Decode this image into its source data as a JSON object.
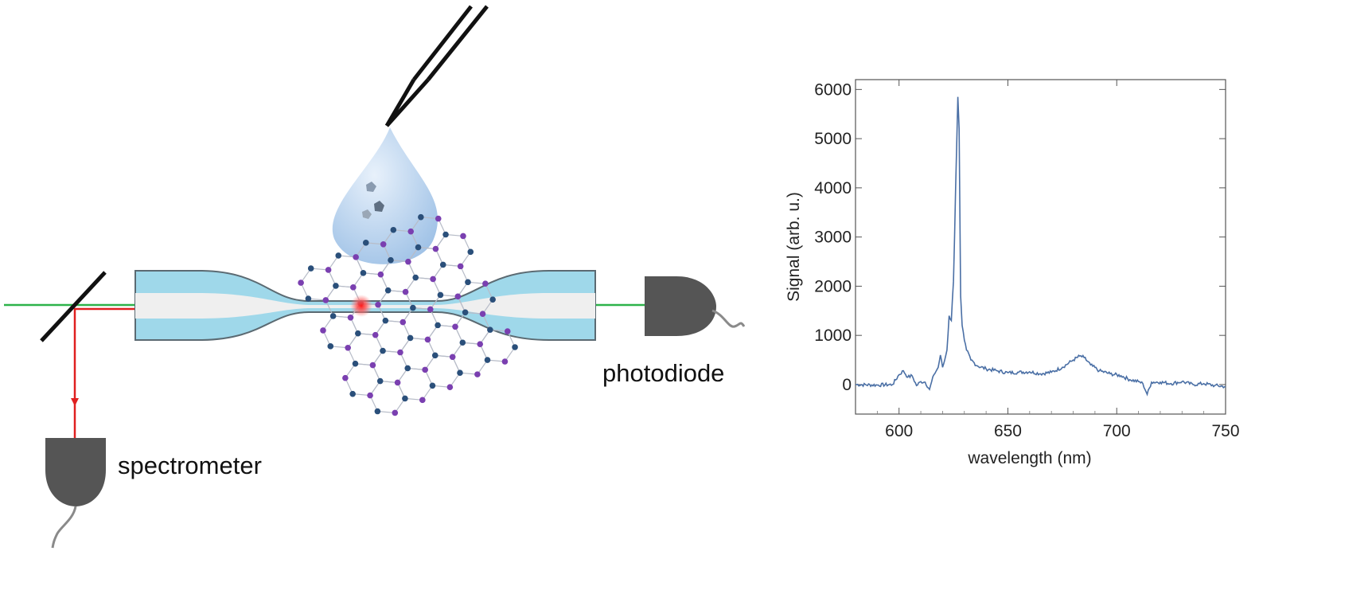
{
  "diagram": {
    "labels": {
      "spectrometer": "spectrometer",
      "photodiode": "photodiode"
    },
    "colors": {
      "pump_beam": "#2db34a",
      "signal_beam": "#e02020",
      "fiber_cladding": "#9fd8ea",
      "fiber_core": "#efefef",
      "detector": "#555555",
      "lattice_atom_a": "#7a3fb0",
      "lattice_atom_b": "#2a4f7a",
      "droplet": "#bcd5ee"
    }
  },
  "chart_data": {
    "type": "line",
    "title": "",
    "xlabel": "wavelength (nm)",
    "ylabel": "Signal (arb. u.)",
    "xlim": [
      580,
      750
    ],
    "ylim": [
      -600,
      6200
    ],
    "xticks": [
      "600",
      "650",
      "700",
      "750"
    ],
    "yticks": [
      "0",
      "1000",
      "2000",
      "3000",
      "4000",
      "5000",
      "6000"
    ],
    "line_color": "#4a6fa5",
    "series": [
      {
        "x": [
          580,
          590,
          597,
          600,
          602,
          604,
          606,
          608,
          610,
          612,
          614,
          616,
          618,
          619,
          620,
          621,
          622,
          623,
          624,
          625,
          626,
          627,
          627.6,
          628.3,
          629,
          630,
          631,
          633,
          636,
          640,
          645,
          650,
          655,
          660,
          665,
          670,
          675,
          680,
          683,
          685,
          688,
          692,
          697,
          702,
          706,
          710,
          712,
          714,
          716,
          720,
          725,
          730,
          735,
          740,
          745,
          750
        ],
        "y": [
          0,
          -10,
          0,
          200,
          280,
          150,
          180,
          -20,
          60,
          50,
          -100,
          200,
          350,
          600,
          350,
          500,
          700,
          1400,
          1300,
          2100,
          4000,
          5850,
          5200,
          1800,
          1200,
          900,
          700,
          500,
          380,
          320,
          280,
          240,
          250,
          260,
          220,
          250,
          350,
          500,
          580,
          550,
          400,
          280,
          220,
          180,
          100,
          60,
          20,
          -200,
          50,
          50,
          20,
          60,
          0,
          20,
          -20,
          -40
        ]
      }
    ]
  }
}
